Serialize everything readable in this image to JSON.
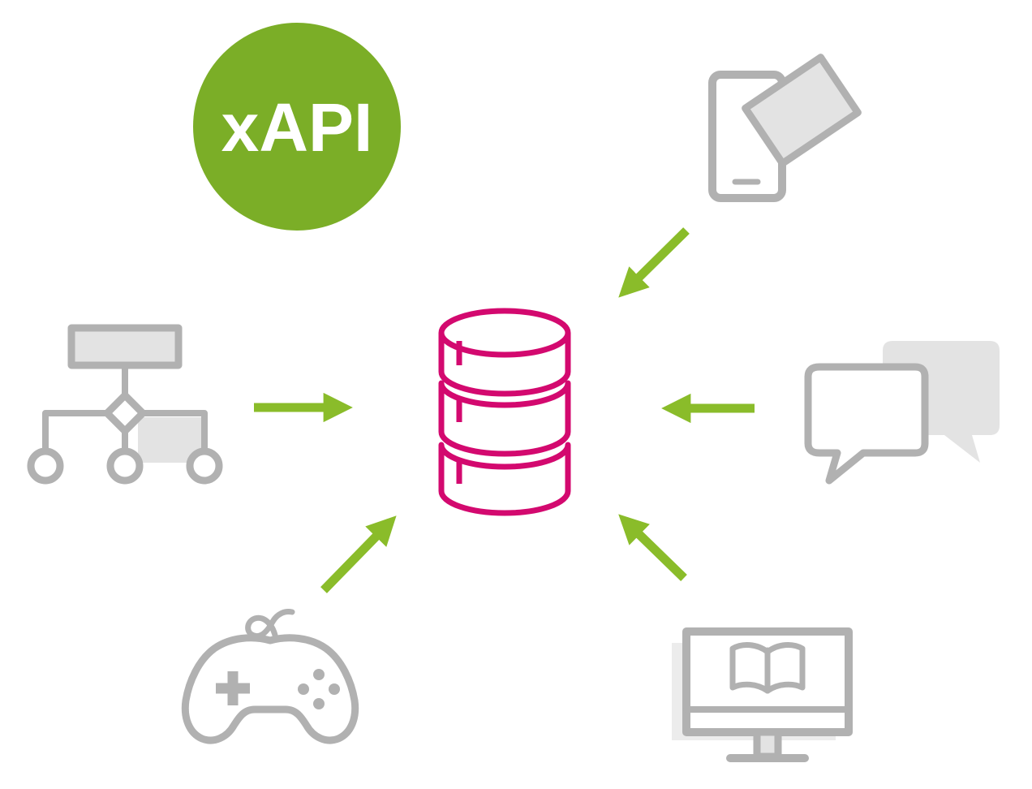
{
  "badge": {
    "label": "xAPI"
  },
  "colors": {
    "badge-green": "#7bae27",
    "arrow-green": "#8abc2a",
    "db-pink": "#d3096f",
    "icon-gray": "#b1b1b1",
    "icon-fill": "#e3e3e3",
    "background": "#ffffff"
  },
  "diagram": {
    "center": {
      "icon": "database-icon"
    },
    "sources": [
      {
        "icon": "org-chart-icon",
        "position": "left"
      },
      {
        "icon": "mobile-device-icon",
        "position": "top-right"
      },
      {
        "icon": "chat-bubbles-icon",
        "position": "right"
      },
      {
        "icon": "elearning-monitor-icon",
        "position": "bottom-right"
      },
      {
        "icon": "game-controller-icon",
        "position": "bottom-left"
      }
    ],
    "arrows": [
      {
        "from": "org-chart-icon",
        "to": "database-icon"
      },
      {
        "from": "mobile-device-icon",
        "to": "database-icon"
      },
      {
        "from": "chat-bubbles-icon",
        "to": "database-icon"
      },
      {
        "from": "elearning-monitor-icon",
        "to": "database-icon"
      },
      {
        "from": "game-controller-icon",
        "to": "database-icon"
      }
    ]
  }
}
